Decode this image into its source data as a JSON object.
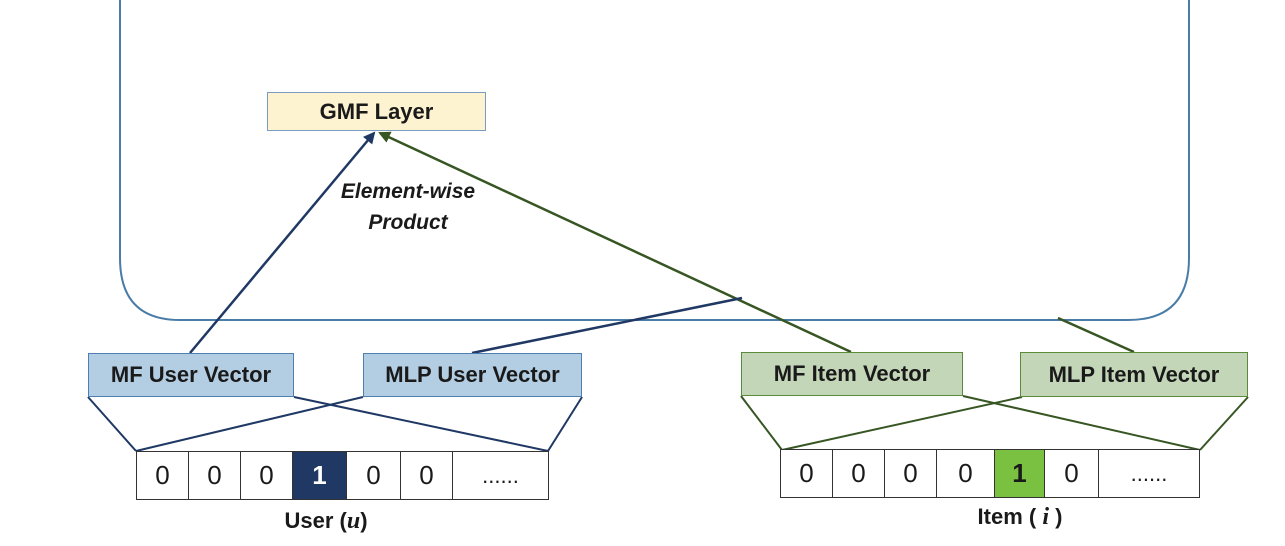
{
  "gmf_layer": {
    "label": "GMF Layer"
  },
  "product_label": {
    "line1": "Element-wise",
    "line2": "Product"
  },
  "user_vectors": {
    "mf": "MF User Vector",
    "mlp": "MLP User Vector"
  },
  "item_vectors": {
    "mf": "MF Item Vector",
    "mlp": "MLP Item Vector"
  },
  "user_onehot": {
    "cells": [
      "0",
      "0",
      "0",
      "1",
      "0",
      "0",
      "......"
    ],
    "active_index": 3,
    "caption_prefix": "User (",
    "caption_var": "u",
    "caption_suffix": ")"
  },
  "item_onehot": {
    "cells": [
      "0",
      "0",
      "0",
      "0",
      "1",
      "0",
      "......"
    ],
    "active_index": 4,
    "caption_prefix": "Item ( ",
    "caption_var": "i",
    "caption_suffix": " )"
  },
  "colors": {
    "user_line": "#1f3864",
    "item_line": "#375623",
    "container_border": "#4a7ca8",
    "user_active_cell": "#1f3864",
    "item_active_cell": "#7ac142"
  }
}
